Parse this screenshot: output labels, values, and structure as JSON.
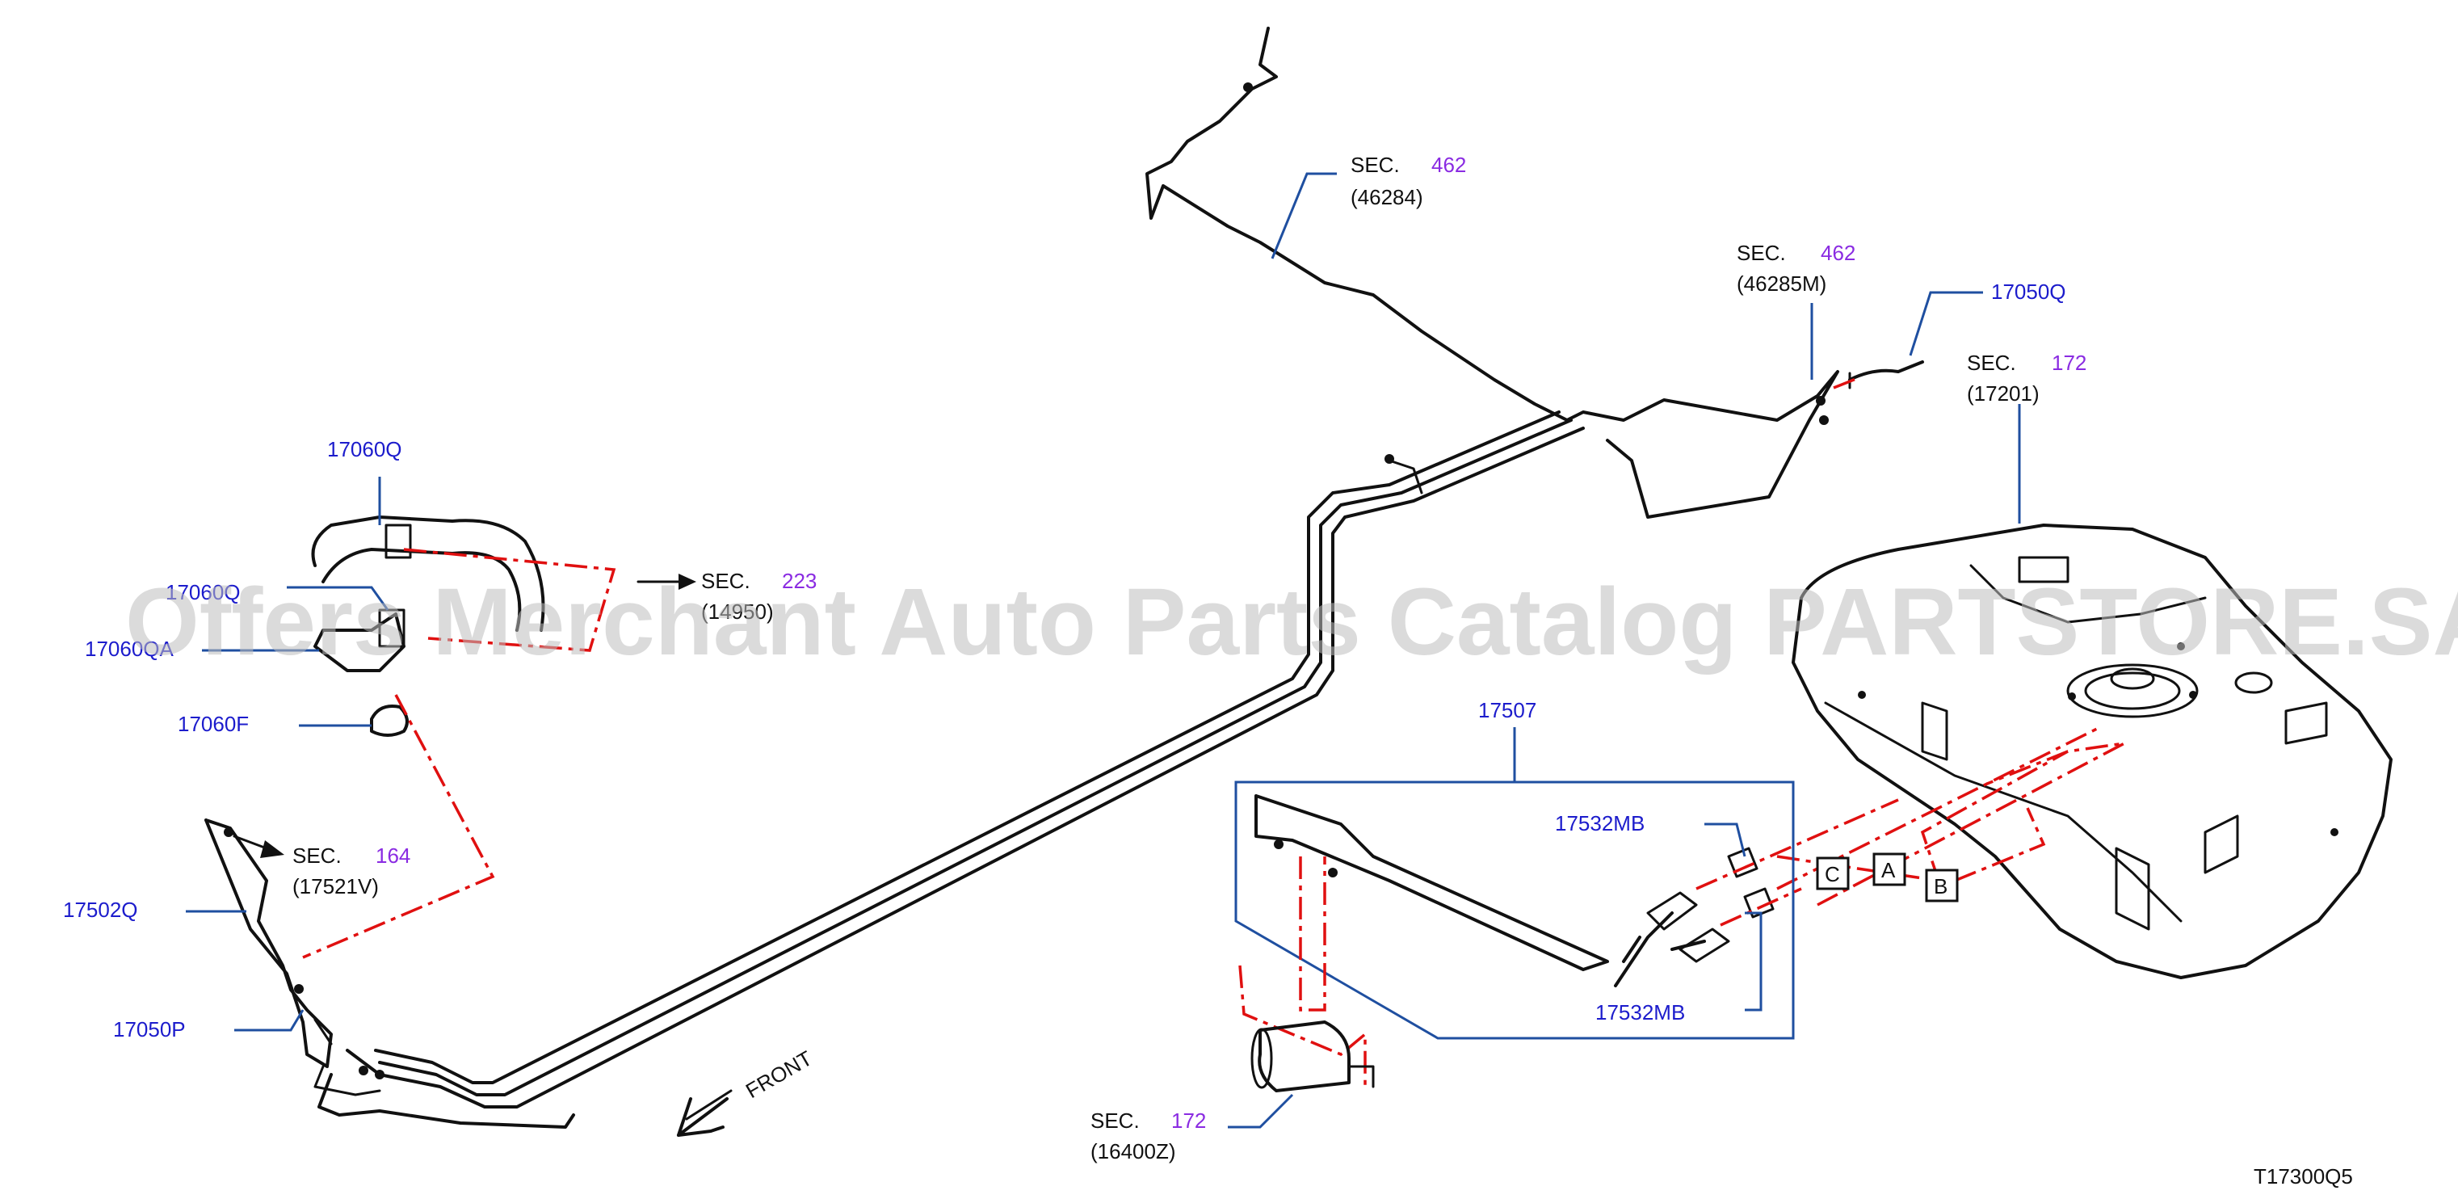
{
  "diagram": {
    "watermark": "Offers Merchant Auto Parts Catalog PARTSTORE.SA",
    "figure_code": "T17300Q5",
    "front_label": "FRONT",
    "colors": {
      "part_number": "#1c1ccc",
      "section_number": "#8a2be2",
      "leader": "#1f4fa0",
      "route": "#e01010"
    }
  },
  "parts": {
    "p17060Q": "17060Q",
    "p17060Q_2": "17060Q",
    "p17060QA": "17060QA",
    "p17060F": "17060F",
    "p17502Q": "17502Q",
    "p17050P": "17050P",
    "p17507": "17507",
    "p17532MB_top": "17532MB",
    "p17532MB_bottom": "17532MB",
    "p17050Q": "17050Q"
  },
  "sections": {
    "s46284": {
      "label": "SEC.",
      "num": "462",
      "ref": "(46284)"
    },
    "s46285M": {
      "label": "SEC.",
      "num": "462",
      "ref": "(46285M)"
    },
    "s17201": {
      "label": "SEC.",
      "num": "172",
      "ref": "(17201)"
    },
    "s223": {
      "label": "SEC.",
      "num": "223",
      "ref": "(14950)"
    },
    "s17521V": {
      "label": "SEC.",
      "num": "164",
      "ref": "(17521V)"
    },
    "s16400Z": {
      "label": "SEC.",
      "num": "172",
      "ref": "(16400Z)"
    }
  },
  "connectors": {
    "a": "A",
    "b": "B",
    "c": "C"
  }
}
